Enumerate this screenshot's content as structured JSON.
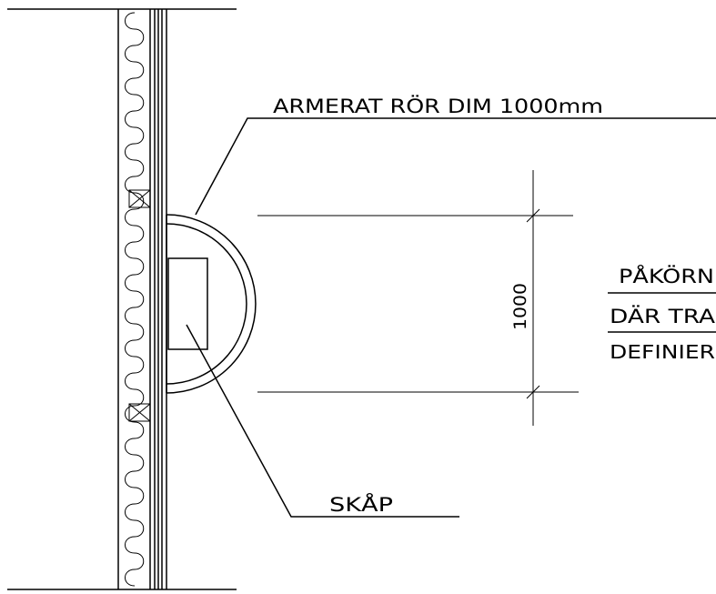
{
  "labels": {
    "pipe": "ARMERAT RÖR DIM 1000mm",
    "cabinet": "SKÅP",
    "dimension": "1000",
    "note_line1": "PÅKÖRN",
    "note_line2": "DÄR TRA",
    "note_line3": "DEFINIER"
  },
  "colors": {
    "line": "#000000",
    "background": "#ffffff"
  }
}
